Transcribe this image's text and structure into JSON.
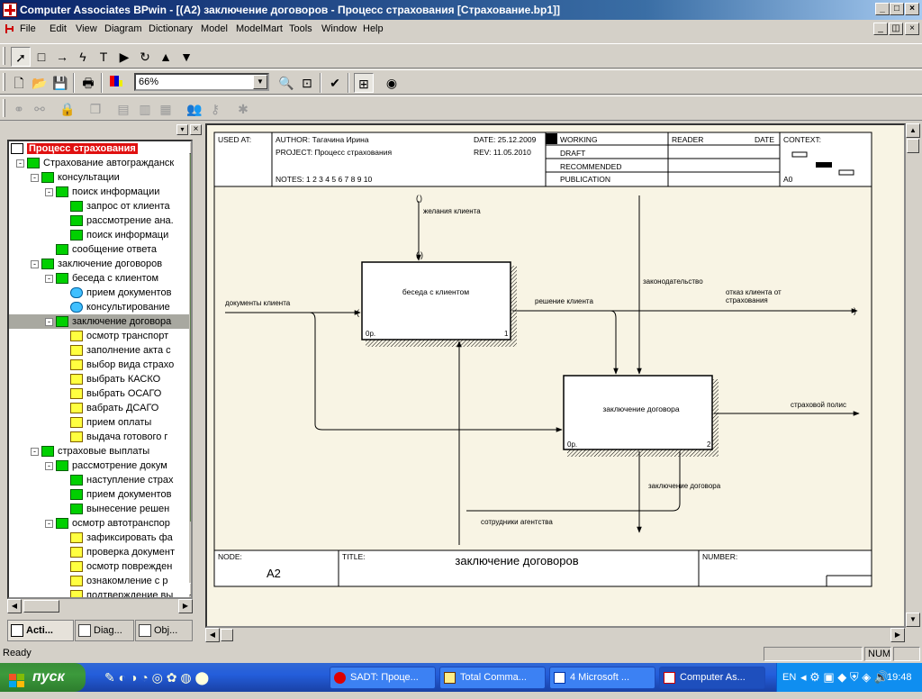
{
  "window": {
    "title": "Computer Associates BPwin - [(A2) заключение договоров  - Процесс страхования  [Страхование.bp1]]"
  },
  "menu": [
    "File",
    "Edit",
    "View",
    "Diagram",
    "Dictionary",
    "Model",
    "ModelMart",
    "Tools",
    "Window",
    "Help"
  ],
  "toolbar": {
    "zoom": "66%"
  },
  "tree": {
    "root": "Процесс страхования",
    "items": [
      {
        "label": "Страхование автогражданск",
        "level": 1,
        "exp": "-",
        "icon": "g"
      },
      {
        "label": "консультации",
        "level": 2,
        "exp": "-",
        "icon": "g"
      },
      {
        "label": "поиск информации",
        "level": 3,
        "exp": "-",
        "icon": "g"
      },
      {
        "label": "запрос от клиента",
        "level": 4,
        "exp": "",
        "icon": "g"
      },
      {
        "label": "рассмотрение ана.",
        "level": 4,
        "exp": "",
        "icon": "g"
      },
      {
        "label": "поиск информаци",
        "level": 4,
        "exp": "",
        "icon": "g"
      },
      {
        "label": "сообщение ответа",
        "level": 3,
        "exp": "",
        "icon": "g"
      },
      {
        "label": "заключение договоров",
        "level": 2,
        "exp": "-",
        "icon": "g"
      },
      {
        "label": "беседа с клиентом",
        "level": 3,
        "exp": "-",
        "icon": "g"
      },
      {
        "label": "прием документов",
        "level": 4,
        "exp": "",
        "icon": "c"
      },
      {
        "label": "консультирование",
        "level": 4,
        "exp": "",
        "icon": "c"
      },
      {
        "label": "заключение договора",
        "level": 3,
        "exp": "-",
        "icon": "g",
        "selected": true
      },
      {
        "label": "осмотр  транспорт",
        "level": 4,
        "exp": "",
        "icon": "y"
      },
      {
        "label": "заполнение  акта с",
        "level": 4,
        "exp": "",
        "icon": "y"
      },
      {
        "label": "выбор вида страхо",
        "level": 4,
        "exp": "",
        "icon": "y"
      },
      {
        "label": "выбрать  КАСКО",
        "level": 4,
        "exp": "",
        "icon": "y"
      },
      {
        "label": "выбрать  ОСАГО",
        "level": 4,
        "exp": "",
        "icon": "y"
      },
      {
        "label": "вабрать  ДСАГО",
        "level": 4,
        "exp": "",
        "icon": "y"
      },
      {
        "label": "прием  оплаты",
        "level": 4,
        "exp": "",
        "icon": "y"
      },
      {
        "label": "выдача  готового г",
        "level": 4,
        "exp": "",
        "icon": "y"
      },
      {
        "label": "страховые выплаты",
        "level": 2,
        "exp": "-",
        "icon": "g"
      },
      {
        "label": "рассмотрение  докум",
        "level": 3,
        "exp": "-",
        "icon": "g"
      },
      {
        "label": "наступление страх",
        "level": 4,
        "exp": "",
        "icon": "g"
      },
      {
        "label": "прием документов",
        "level": 4,
        "exp": "",
        "icon": "g"
      },
      {
        "label": "вынесение решен",
        "level": 4,
        "exp": "",
        "icon": "g"
      },
      {
        "label": "осмотр  автотранспор",
        "level": 3,
        "exp": "-",
        "icon": "g"
      },
      {
        "label": "зафиксировать фа",
        "level": 4,
        "exp": "",
        "icon": "y"
      },
      {
        "label": "проверка документ",
        "level": 4,
        "exp": "",
        "icon": "y"
      },
      {
        "label": "осмотр поврежден",
        "level": 4,
        "exp": "",
        "icon": "y"
      },
      {
        "label": "ознакомление  с  р",
        "level": 4,
        "exp": "",
        "icon": "y"
      },
      {
        "label": "подтверждение вы",
        "level": 4,
        "exp": "",
        "icon": "y"
      }
    ]
  },
  "tabs": [
    "Acti...",
    "Diag...",
    "Obj..."
  ],
  "diagram": {
    "header": {
      "used_at": "USED AT:",
      "author": "AUTHOR:  Тагачина Ирина",
      "project": "PROJECT:  Процесс страхования",
      "date": "DATE: 25.12.2009",
      "rev": "REV:  11.05.2010",
      "notes": "NOTES:  1  2  3  4  5  6  7  8  9  10",
      "working": "WORKING",
      "draft": "DRAFT",
      "recommended": "RECOMMENDED",
      "publication": "PUBLICATION",
      "reader": "READER",
      "date2": "DATE",
      "context": "CONTEXT:",
      "ctx_node": "A0"
    },
    "boxes": [
      {
        "label": "беседа с клиентом",
        "cost": "0р.",
        "num": "1"
      },
      {
        "label": "заключение договора",
        "cost": "0р.",
        "num": "2"
      }
    ],
    "arrows": {
      "a1": "желания клиента",
      "a2": "документы клиента",
      "a3": "законодательство",
      "a4": "решение клиента",
      "a5": "отказ клиента от страхования",
      "a6": "страховой полис",
      "a7": "заключение договора",
      "a8": "сотрудники агентства"
    },
    "footer": {
      "node_label": "NODE:",
      "node": "A2",
      "title_label": "TITLE:",
      "title": "заключение договоров",
      "number_label": "NUMBER:"
    }
  },
  "status": {
    "text": "Ready",
    "num": "NUM"
  },
  "taskbar": {
    "start": "пуск",
    "tasks": [
      "SADT: Проце...",
      "Total Comma...",
      "4 Microsoft ...",
      "Computer As..."
    ],
    "lang": "EN",
    "clock": "19:48"
  }
}
